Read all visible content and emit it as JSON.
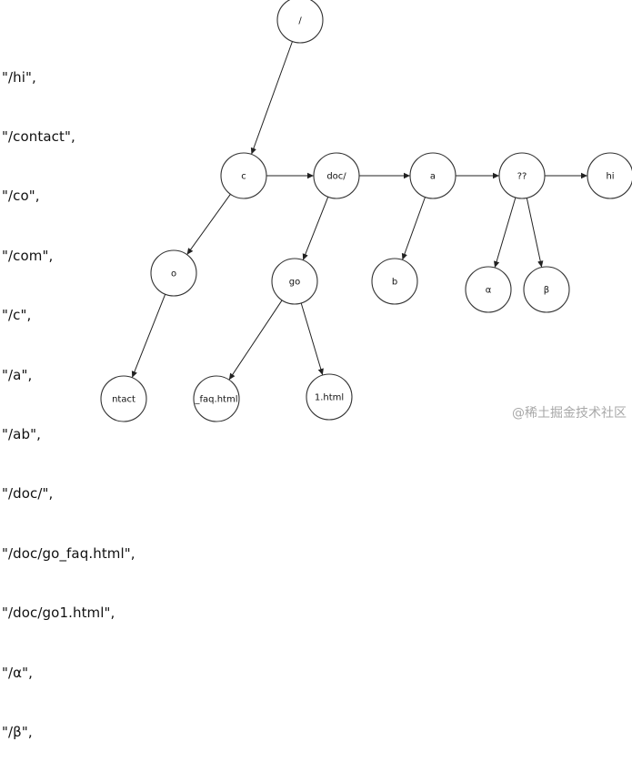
{
  "routes": [
    "\"/hi\",",
    "\"/contact\",",
    "\"/co\",",
    "\"/com\",",
    "\"/c\",",
    "\"/a\",",
    "\"/ab\",",
    "\"/doc/\",",
    "\"/doc/go_faq.html\",",
    "\"/doc/go1.html\",",
    "\"/α\",",
    "\"/β\","
  ],
  "tree": {
    "nodes": {
      "root": "/",
      "c": "c",
      "doc": "doc/",
      "a": "a",
      "qq": "??",
      "hi": "hi",
      "o": "o",
      "go": "go",
      "b": "b",
      "alpha": "α",
      "beta": "β",
      "ntact": "ntact",
      "faq": "_faq.html",
      "go1": "1.html"
    },
    "edges": [
      [
        "root",
        "c"
      ],
      [
        "c",
        "doc"
      ],
      [
        "doc",
        "a"
      ],
      [
        "a",
        "qq"
      ],
      [
        "qq",
        "hi"
      ],
      [
        "c",
        "o"
      ],
      [
        "doc",
        "go"
      ],
      [
        "a",
        "b"
      ],
      [
        "qq",
        "alpha"
      ],
      [
        "qq",
        "beta"
      ],
      [
        "o",
        "ntact"
      ],
      [
        "go",
        "faq"
      ],
      [
        "go",
        "go1"
      ]
    ]
  },
  "watermark": "@稀土掘金技术社区"
}
